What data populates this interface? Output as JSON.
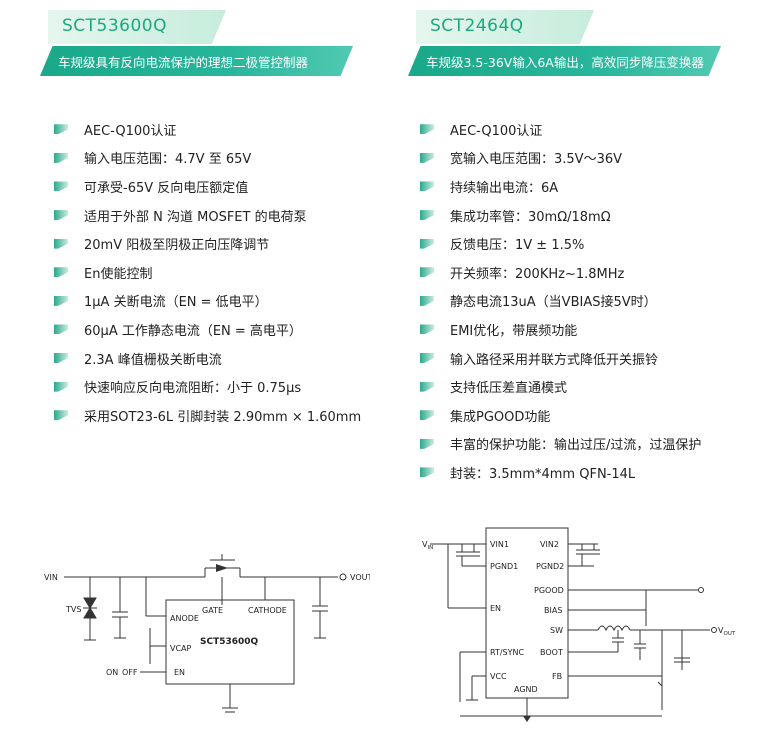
{
  "left": {
    "title": "SCT53600Q",
    "subtitle": "车规级具有反向电流保护的理想二极管控制器",
    "features": [
      "AEC-Q100认证",
      "输入电压范围：4.7V 至 65V",
      "可承受-65V 反向电压额定值",
      "适用于外部 N 沟道 MOSFET 的电荷泵",
      "20mV 阳极至阴极正向压降调节",
      "En使能控制",
      "1μA 关断电流（EN = 低电平）",
      "60μA 工作静态电流（EN = 高电平）",
      "2.3A 峰值栅极关断电流",
      "快速响应反向电流阻断：小于 0.75μs",
      "采用SOT23-6L 引脚封装 2.90mm × 1.60mm"
    ],
    "diagram": {
      "vin": "VIN",
      "vout": "VOUT",
      "tvs": "TVS",
      "chip": "SCT53600Q",
      "gate": "GATE",
      "cathode": "CATHODE",
      "anode": "ANODE",
      "vcap": "VCAP",
      "en": "EN",
      "on": "ON",
      "off": "OFF"
    }
  },
  "right": {
    "title": "SCT2464Q",
    "subtitle": "车规级3.5-36V输入6A输出，高效同步降压变换器",
    "features": [
      "AEC-Q100认证",
      "宽输入电压范围：3.5V～36V",
      "持续输出电流：6A",
      "集成功率管：30mΩ/18mΩ",
      "反馈电压：1V ± 1.5%",
      "开关频率：200KHz~1.8MHz",
      "静态电流13uA（当VBIAS接5V时）",
      "EMI优化，带展频功能",
      "输入路径采用并联方式降低开关振铃",
      "支持低压差直通模式",
      "集成PGOOD功能",
      "丰富的保护功能：输出过压/过流，过温保护",
      "封装：3.5mm*4mm QFN-14L"
    ],
    "diagram": {
      "vin": "V",
      "vin_sub": "IN",
      "vout": "V",
      "vout_sub": "OUT",
      "pins_left": [
        "VIN1",
        "PGND1",
        "EN",
        "RT/SYNC",
        "VCC"
      ],
      "pins_right": [
        "VIN2",
        "PGND2",
        "PGOOD",
        "BIAS",
        "SW",
        "BOOT",
        "FB"
      ],
      "agnd": "AGND"
    }
  },
  "colors": {
    "accent": "#19a980",
    "bar": "#1aa889"
  }
}
